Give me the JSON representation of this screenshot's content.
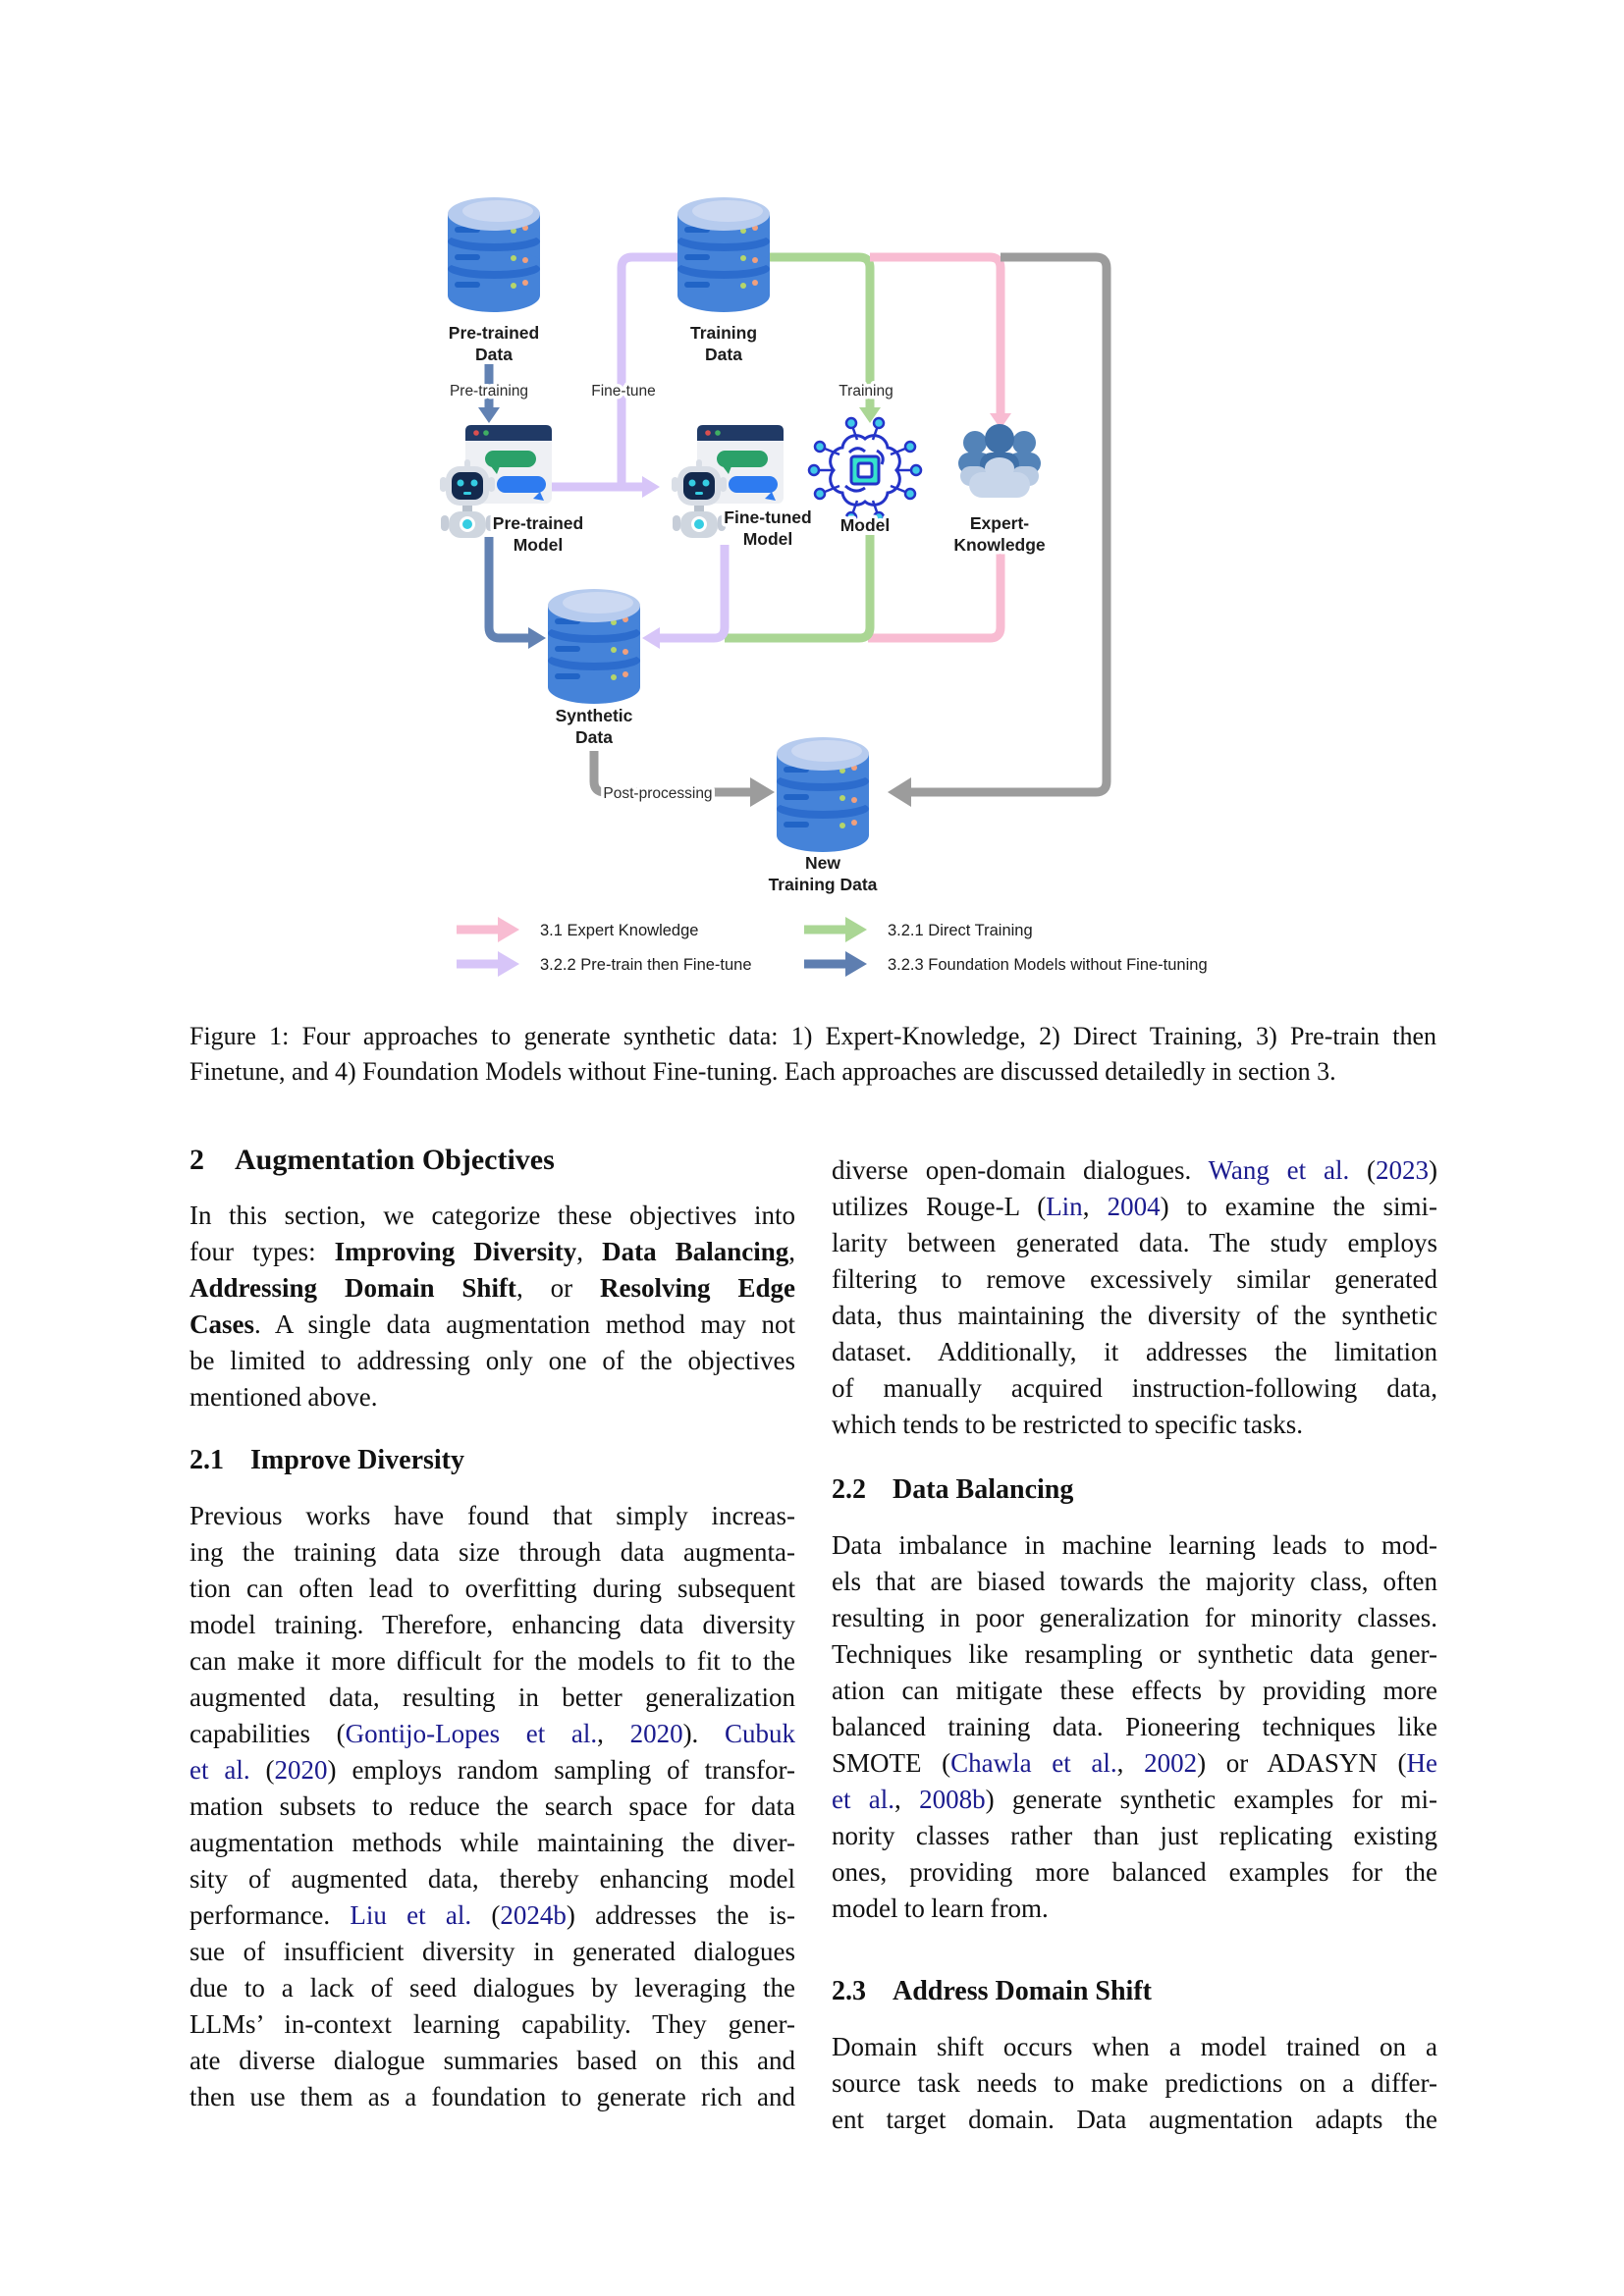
{
  "figure": {
    "nodes": {
      "pretrained_data": [
        "Pre-trained",
        "Data"
      ],
      "training_data": [
        "Training",
        "Data"
      ],
      "pretrained_model": [
        "Pre-trained",
        "Model"
      ],
      "finetuned_model": [
        "Fine-tuned",
        "Model"
      ],
      "model": [
        "Model"
      ],
      "expert_knowledge": [
        "Expert-",
        "Knowledge"
      ],
      "synthetic_data": [
        "Synthetic",
        "Data"
      ],
      "new_training_data": [
        "New",
        "Training Data"
      ]
    },
    "edge_labels": {
      "pretraining": "Pre-training",
      "finetune": "Fine-tune",
      "training": "Training",
      "postprocessing": "Post-processing"
    },
    "legend": [
      {
        "label": "3.1 Expert Knowledge",
        "color": "#f8bcd2"
      },
      {
        "label": "3.2.1 Direct Training",
        "color": "#aad694"
      },
      {
        "label": "3.2.2 Pre-train then Fine-tune",
        "color": "#d7c5f8"
      },
      {
        "label": "3.2.3 Foundation Models without Fine-tuning",
        "color": "#5e7eb0"
      }
    ],
    "colors": {
      "pink": "#f8bcd2",
      "green": "#aad694",
      "purple": "#d7c5f8",
      "steel": "#6282b3",
      "gray": "#9c9c9c",
      "db_main": "#4583d9",
      "db_band": "#2c6ccd",
      "db_top": "#b6cbee",
      "db_hi": "#ccd9f2",
      "db_dash": "#2164c6",
      "dot_green": "#b5d56a",
      "dot_orange": "#f0a07e",
      "win_bar": "#203a66",
      "win_body": "#eef0f4",
      "bub_green": "#2ba169",
      "bub_blue": "#2e7bf0",
      "dot_red": "#d94f4f",
      "dot_g2": "#3fae63",
      "robot_shell": "#d9dee6",
      "robot_face": "#13294d",
      "robot_teal": "#35cde2",
      "robot_body": "#cfd6df",
      "brain": "#2433c8",
      "brain_node": "#41c9e8",
      "brain_chip": "#35e2cc",
      "ppl_dark": "#3f70a8",
      "ppl_mid": "#5383b8",
      "ppl_light": "#b9cbe3",
      "ppl_lighter": "#c8d6ea"
    }
  },
  "caption": {
    "lines": [
      {
        "t": "Figure 1: Four approaches to generate synthetic data: 1) Expert-Knowledge, 2) Direct Training, 3) Pre-train then",
        "j": true
      },
      {
        "t": "Finetune, and 4) Foundation Models without Fine-tuning. Each approaches are discussed detailedly in section 3.",
        "j": false
      }
    ]
  },
  "columns": {
    "left": [
      {
        "type": "h2",
        "number": "2",
        "title": "Augmentation Objectives"
      },
      {
        "type": "para",
        "lines": [
          {
            "runs": [
              {
                "t": "In this section, we categorize these objectives into"
              }
            ]
          },
          {
            "runs": [
              {
                "t": "four types: "
              },
              {
                "t": "Improving Diversity",
                "b": true
              },
              {
                "t": ", "
              },
              {
                "t": "Data Balancing",
                "b": true
              },
              {
                "t": ","
              }
            ]
          },
          {
            "runs": [
              {
                "t": "Addressing Domain Shift",
                "b": true
              },
              {
                "t": ", or "
              },
              {
                "t": "Resolving Edge",
                "b": true
              }
            ]
          },
          {
            "runs": [
              {
                "t": "Cases",
                "b": true
              },
              {
                "t": ". A single data augmentation method may not"
              }
            ]
          },
          {
            "runs": [
              {
                "t": "be limited to addressing only one of the objectives"
              }
            ]
          },
          {
            "runs": [
              {
                "t": "mentioned above."
              }
            ],
            "j": false
          }
        ]
      },
      {
        "type": "h3",
        "number": "2.1",
        "title": "Improve Diversity"
      },
      {
        "type": "para",
        "lines": [
          {
            "runs": [
              {
                "t": "Previous works have found that simply increas-"
              }
            ]
          },
          {
            "runs": [
              {
                "t": "ing the training data size through data augmenta-"
              }
            ]
          },
          {
            "runs": [
              {
                "t": "tion can often lead to overfitting during subsequent"
              }
            ]
          },
          {
            "runs": [
              {
                "t": "model training. Therefore, enhancing data diversity"
              }
            ]
          },
          {
            "runs": [
              {
                "t": "can make it more difficult for the models to fit to the"
              }
            ]
          },
          {
            "runs": [
              {
                "t": "augmented data, resulting in better generalization"
              }
            ]
          },
          {
            "runs": [
              {
                "t": "capabilities ("
              },
              {
                "t": "Gontijo-Lopes et al.",
                "c": true
              },
              {
                "t": ", "
              },
              {
                "t": "2020",
                "c": true
              },
              {
                "t": "). "
              },
              {
                "t": "Cubuk",
                "c": true
              }
            ]
          },
          {
            "runs": [
              {
                "t": "et al.",
                "c": true
              },
              {
                "t": " ("
              },
              {
                "t": "2020",
                "c": true
              },
              {
                "t": ") employs random sampling of transfor-"
              }
            ]
          },
          {
            "runs": [
              {
                "t": "mation subsets to reduce the search space for data"
              }
            ]
          },
          {
            "runs": [
              {
                "t": "augmentation methods while maintaining the diver-"
              }
            ]
          },
          {
            "runs": [
              {
                "t": "sity of augmented data, thereby enhancing model"
              }
            ]
          },
          {
            "runs": [
              {
                "t": "performance. "
              },
              {
                "t": "Liu et al.",
                "c": true
              },
              {
                "t": " ("
              },
              {
                "t": "2024b",
                "c": true
              },
              {
                "t": ") addresses the is-"
              }
            ]
          },
          {
            "runs": [
              {
                "t": "sue of insufficient diversity in generated dialogues"
              }
            ]
          },
          {
            "runs": [
              {
                "t": "due to a lack of seed dialogues by leveraging the"
              }
            ]
          },
          {
            "runs": [
              {
                "t": "LLMs’ in-context learning capability. They gener-"
              }
            ]
          },
          {
            "runs": [
              {
                "t": "ate diverse dialogue summaries based on this and"
              }
            ]
          },
          {
            "runs": [
              {
                "t": "then use them as a foundation to generate rich and"
              }
            ]
          }
        ]
      }
    ],
    "right": [
      {
        "type": "para",
        "lines": [
          {
            "runs": [
              {
                "t": "diverse open-domain dialogues. "
              },
              {
                "t": "Wang et al.",
                "c": true
              },
              {
                "t": " ("
              },
              {
                "t": "2023",
                "c": true
              },
              {
                "t": ")"
              }
            ]
          },
          {
            "runs": [
              {
                "t": "utilizes Rouge-L ("
              },
              {
                "t": "Lin",
                "c": true
              },
              {
                "t": ", "
              },
              {
                "t": "2004",
                "c": true
              },
              {
                "t": ") to examine the simi-"
              }
            ]
          },
          {
            "runs": [
              {
                "t": "larity between generated data. The study employs"
              }
            ]
          },
          {
            "runs": [
              {
                "t": "filtering to remove excessively similar generated"
              }
            ]
          },
          {
            "runs": [
              {
                "t": "data, thus maintaining the diversity of the synthetic"
              }
            ]
          },
          {
            "runs": [
              {
                "t": "dataset. Additionally, it addresses the limitation"
              }
            ]
          },
          {
            "runs": [
              {
                "t": "of manually acquired instruction-following data,"
              }
            ]
          },
          {
            "runs": [
              {
                "t": "which tends to be restricted to specific tasks."
              }
            ],
            "j": false
          }
        ]
      },
      {
        "type": "h3",
        "number": "2.2",
        "title": "Data Balancing",
        "gap": "first-gap"
      },
      {
        "type": "para",
        "lines": [
          {
            "runs": [
              {
                "t": "Data imbalance in machine learning leads to mod-"
              }
            ]
          },
          {
            "runs": [
              {
                "t": "els that are biased towards the majority class, often"
              }
            ]
          },
          {
            "runs": [
              {
                "t": "resulting in poor generalization for minority classes."
              }
            ]
          },
          {
            "runs": [
              {
                "t": "Techniques like resampling or synthetic data gener-"
              }
            ]
          },
          {
            "runs": [
              {
                "t": "ation can mitigate these effects by providing more"
              }
            ]
          },
          {
            "runs": [
              {
                "t": "balanced training data. Pioneering techniques like"
              }
            ]
          },
          {
            "runs": [
              {
                "t": "SMOTE ("
              },
              {
                "t": "Chawla et al.",
                "c": true
              },
              {
                "t": ", "
              },
              {
                "t": "2002",
                "c": true
              },
              {
                "t": ") or ADASYN ("
              },
              {
                "t": "He",
                "c": true
              }
            ]
          },
          {
            "runs": [
              {
                "t": "et al.",
                "c": true
              },
              {
                "t": ", "
              },
              {
                "t": "2008b",
                "c": true
              },
              {
                "t": ") generate synthetic examples for mi-"
              }
            ]
          },
          {
            "runs": [
              {
                "t": "nority classes rather than just replicating existing"
              }
            ]
          },
          {
            "runs": [
              {
                "t": "ones, providing more balanced examples for the"
              }
            ]
          },
          {
            "runs": [
              {
                "t": "model to learn from."
              }
            ],
            "j": false
          }
        ]
      },
      {
        "type": "h3",
        "number": "2.3",
        "title": "Address Domain Shift",
        "gap": "big-gap"
      },
      {
        "type": "para",
        "lines": [
          {
            "runs": [
              {
                "t": "Domain shift occurs when a model trained on a"
              }
            ]
          },
          {
            "runs": [
              {
                "t": "source task needs to make predictions on a differ-"
              }
            ]
          },
          {
            "runs": [
              {
                "t": "ent target domain. Data augmentation adapts the"
              }
            ]
          }
        ]
      }
    ]
  }
}
